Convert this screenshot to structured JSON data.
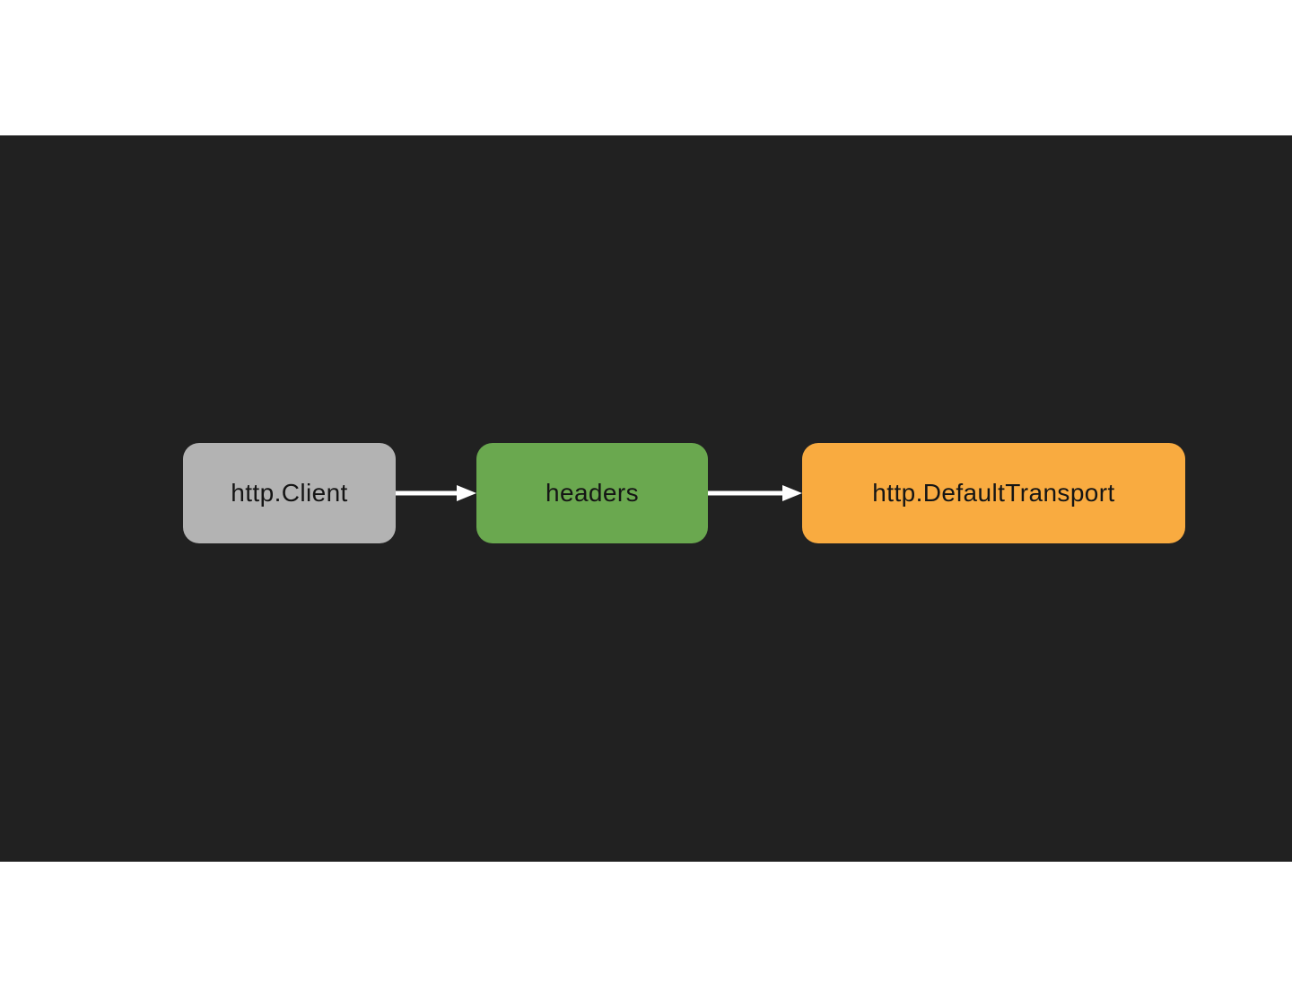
{
  "slide": {
    "background": "#212121",
    "page_background": "#ffffff"
  },
  "diagram": {
    "text_color": "#151515",
    "arrow_color": "#ffffff",
    "nodes": [
      {
        "id": "http-client",
        "label": "http.Client",
        "color": "#b3b3b3"
      },
      {
        "id": "headers",
        "label": "headers",
        "color": "#6aa84f"
      },
      {
        "id": "http-default-transport",
        "label": "http.DefaultTransport",
        "color": "#f9ab40"
      }
    ],
    "edges": [
      {
        "from": "http-client",
        "to": "headers"
      },
      {
        "from": "headers",
        "to": "http-default-transport"
      }
    ]
  }
}
